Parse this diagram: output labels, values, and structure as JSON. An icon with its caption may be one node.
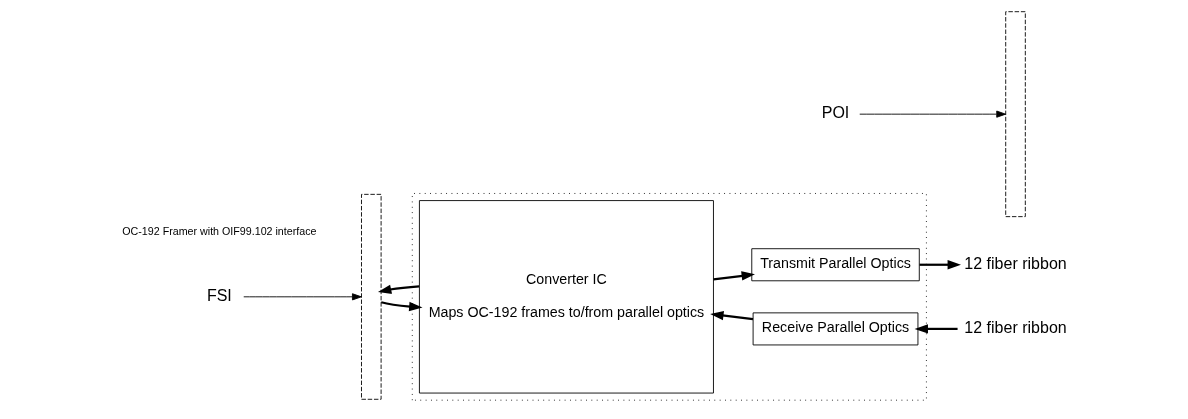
{
  "diagram": {
    "nodes": [
      {
        "text": [],
        "shape": "box"
      },
      {
        "text": [],
        "shape": "box"
      },
      {
        "text": [
          "Converter IC",
          "Maps OC-192 frames to/from parallel optics"
        ],
        "in": 0
      },
      {
        "text": [
          "Transmit Parallel Optics"
        ],
        "in": 0
      },
      {
        "text": [
          "Receive Parallel Optics"
        ],
        "in": 0
      },
      {
        "text": [],
        "shape": "box"
      },
      {
        "text": [
          "FSI"
        ]
      },
      {
        "text": [
          "POI"
        ]
      },
      {
        "text": [
          "12 fiber ribbon"
        ]
      },
      {
        "text": [
          "12 fiber ribbon"
        ]
      }
    ],
    "edges": [
      {
        "from": 1,
        "to": 2,
        "arrow": "to"
      },
      {
        "from": 2,
        "to": 3,
        "arrow": "to"
      },
      {
        "from": 3,
        "to": 8,
        "arrow": "to"
      },
      {
        "from": 9,
        "to": 4,
        "arrow": "to"
      },
      {
        "from": 4,
        "to": 2,
        "arrow": "to"
      },
      {
        "from": 2,
        "to": 1,
        "arrow": "to"
      },
      {
        "from": 6,
        "to": 1,
        "arrow": "to"
      },
      {
        "from": 7,
        "to": 5,
        "arrow": "to"
      }
    ],
    "labels": [
      "OC-192 Framer with OIF99.102 interface"
    ]
  }
}
